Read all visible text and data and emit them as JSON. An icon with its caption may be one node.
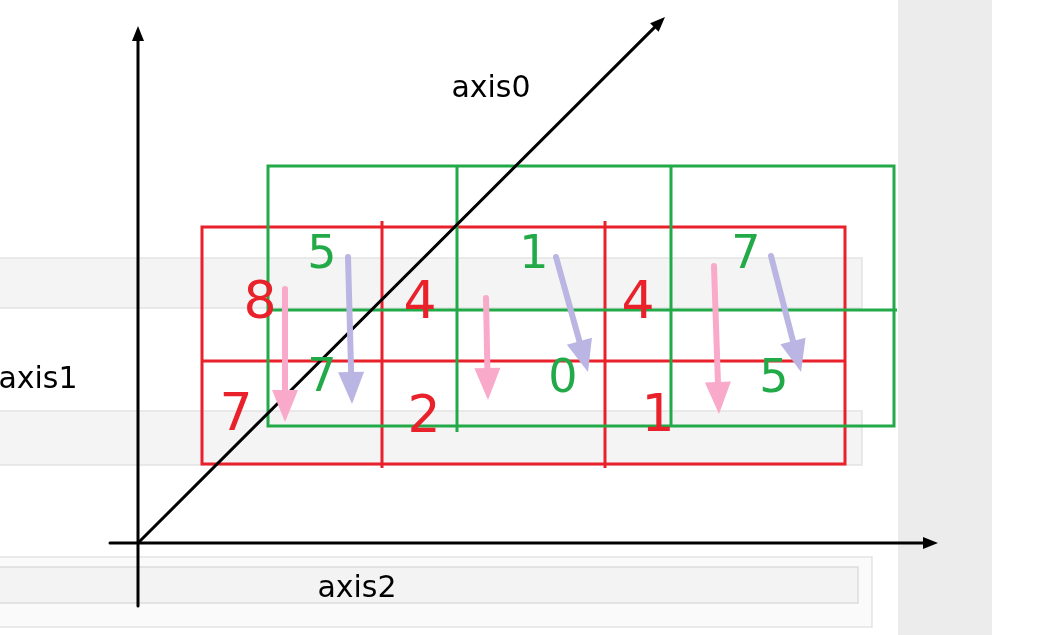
{
  "diagram": {
    "labels": [
      "axis0",
      "5",
      "1",
      "7",
      "8",
      "4",
      "4",
      "axis1",
      "7",
      "0",
      "5",
      "7",
      "2",
      "1",
      "axis2"
    ]
  }
}
